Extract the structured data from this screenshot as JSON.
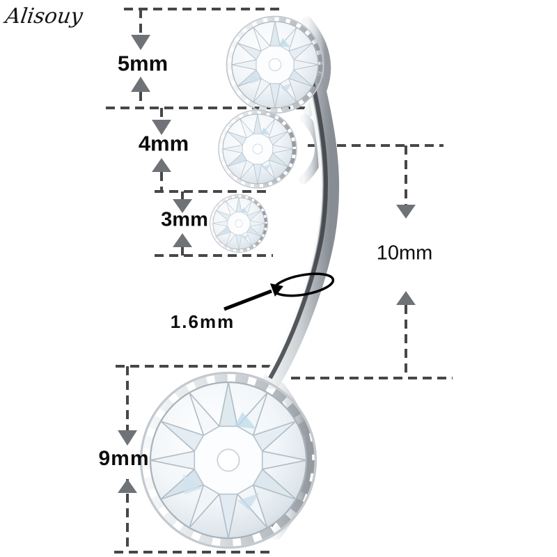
{
  "brand": {
    "logo_text": "Alisouy"
  },
  "dimensions": {
    "top_gem": "5mm",
    "middle_gem": "4mm",
    "small_gem": "3mm",
    "bar_length": "10mm",
    "bar_gauge": "1.6mm",
    "bottom_gem": "9mm"
  },
  "colors": {
    "background": "#ffffff",
    "dimension_line": "#474747",
    "arrowhead": "#6f7276",
    "label_text": "#0d0d0d",
    "annotation_ink": "#000000",
    "metal_light": "#f4f5f6",
    "metal_mid": "#c6cbd0",
    "metal_dark": "#8f959b",
    "gem_shadow": "#c8d2da",
    "gem_accent": "#bcd9ea"
  },
  "icons": {
    "dimension_arrows": "triangle-arrowhead",
    "gauge_pointer": "solid-arrow",
    "gauge_marker": "ellipse-ring"
  }
}
